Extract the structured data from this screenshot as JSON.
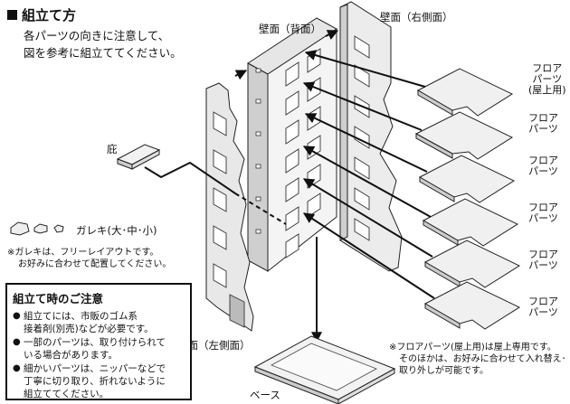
{
  "title": "組立て方",
  "intro": [
    "各パーツの向きに注意して、",
    "図を参考に組立ててください。"
  ],
  "labels": {
    "back_wall": "壁面（背面）",
    "right_wall": "壁面（右側面）",
    "left_wall": "壁面（左側面）",
    "awning": "庇",
    "rubble": "ガレキ(大･中･小)",
    "base": "ベース"
  },
  "floors": [
    {
      "line1": "フロア",
      "line2": "パーツ",
      "line3": "(屋上用)"
    },
    {
      "line1": "フロア",
      "line2": "パーツ"
    },
    {
      "line1": "フロア",
      "line2": "パーツ"
    },
    {
      "line1": "フロア",
      "line2": "パーツ"
    },
    {
      "line1": "フロア",
      "line2": "パーツ"
    },
    {
      "line1": "フロア",
      "line2": "パーツ"
    }
  ],
  "rubble_note": [
    "※ガレキは、フリーレイアウトです。",
    "お好みに合わせて配置してください。"
  ],
  "caution": {
    "heading": "組立て時のご注意",
    "items": [
      [
        "組立てには、市販のゴム系",
        "接着剤(別売)などが必要です。"
      ],
      [
        "一部のパーツは、取り付けられて",
        "いる場合があります。"
      ],
      [
        "細かいパーツは、ニッパーなどで",
        "丁寧に切り取り、折れないように",
        "組立ててください。"
      ]
    ]
  },
  "floor_note": [
    "※フロアパーツ(屋上用)は屋上専用です。",
    "そのほかは、お好みに合わせて入れ替え･",
    "取り外しが可能です。"
  ]
}
